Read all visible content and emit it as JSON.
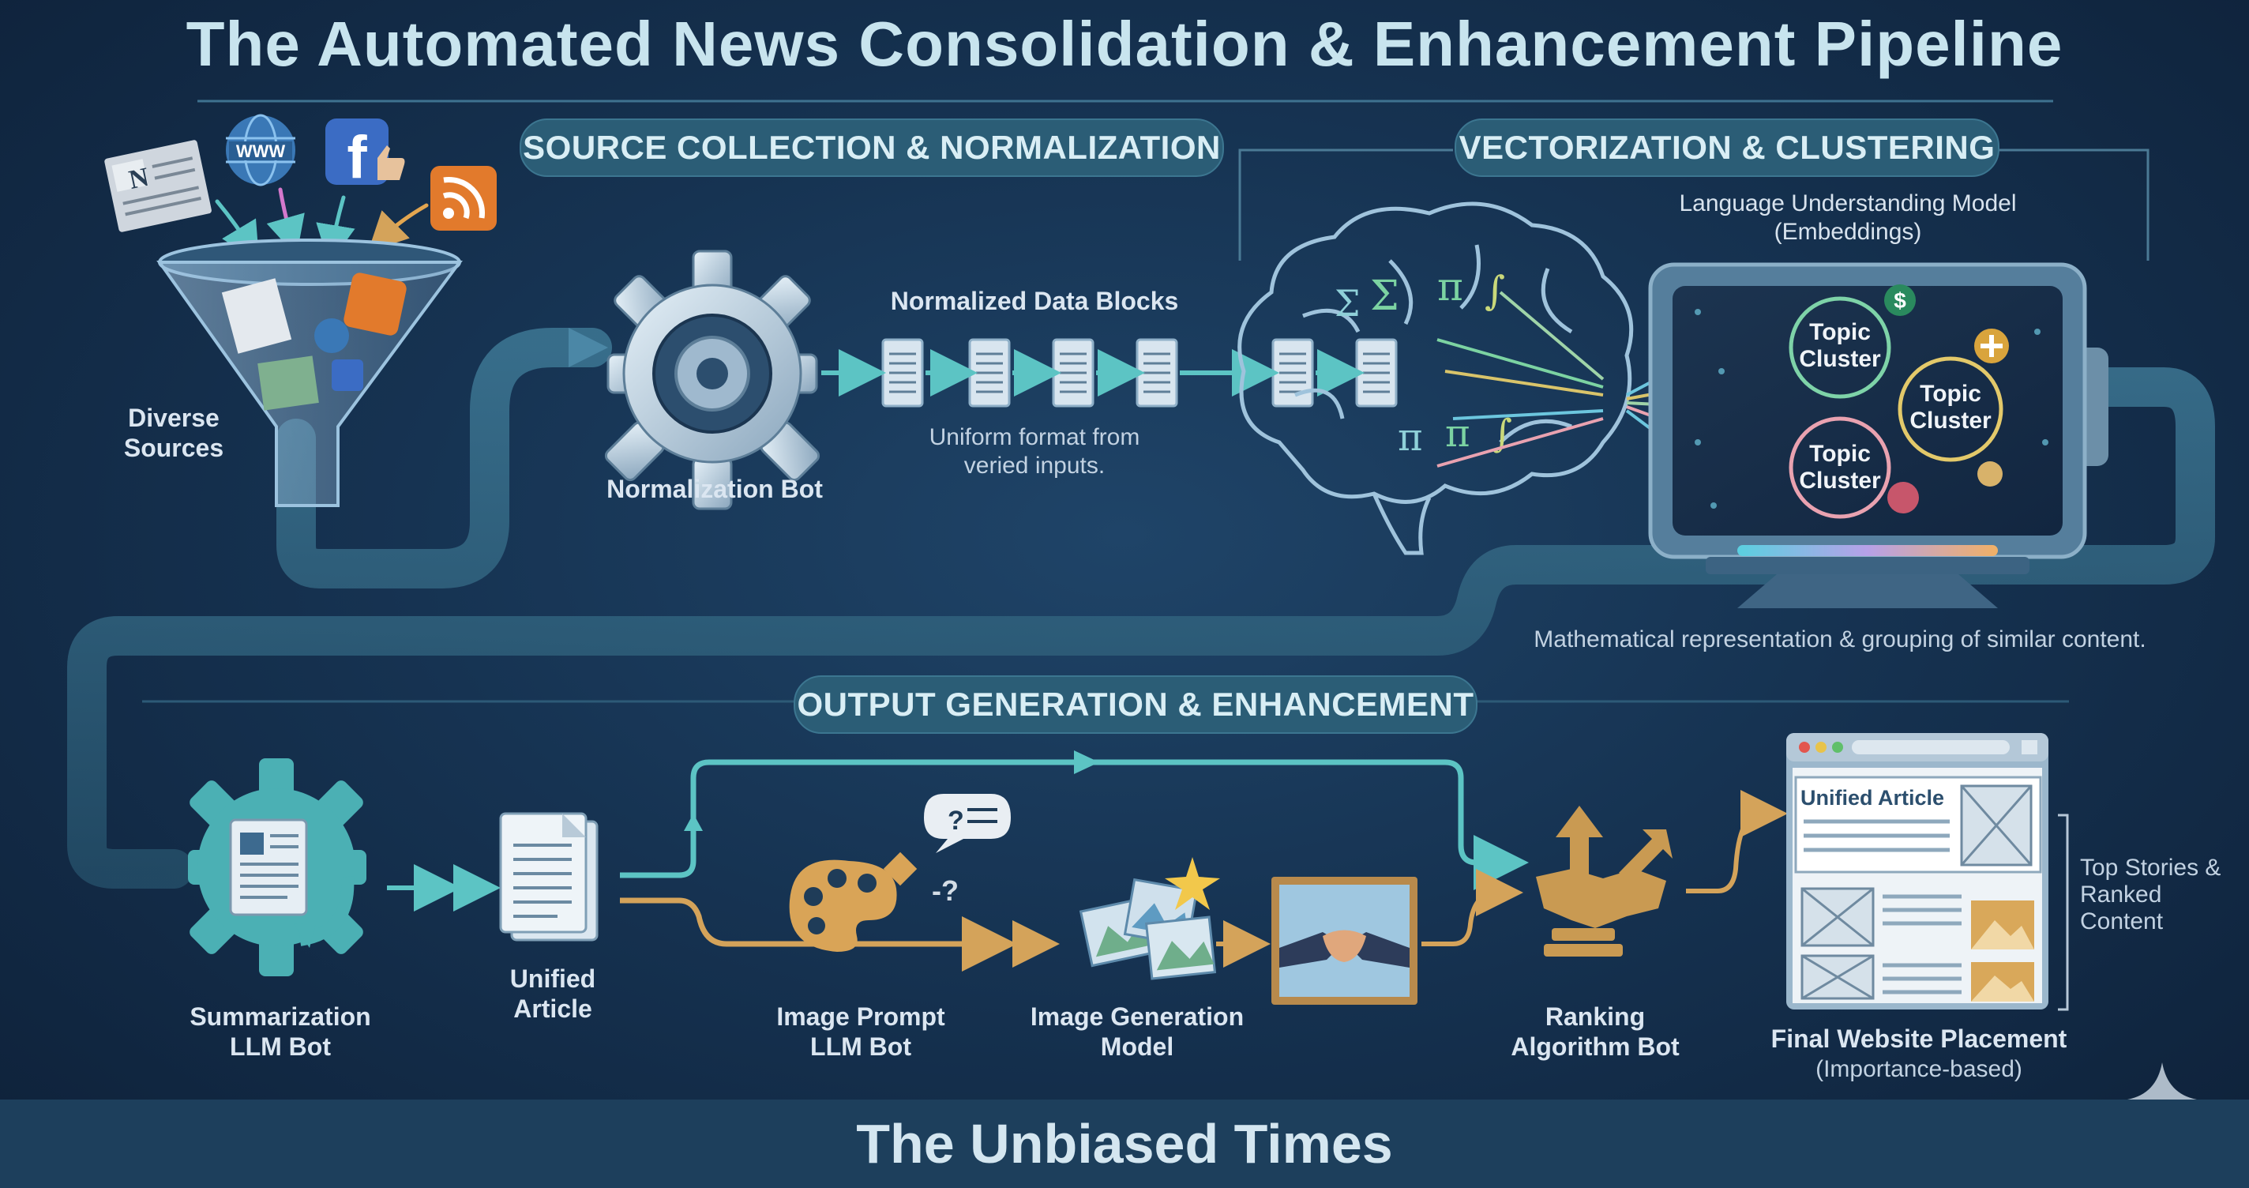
{
  "title": "The Automated News Consolidation & Enhancement Pipeline",
  "sections": {
    "source": "SOURCE COLLECTION & NORMALIZATION",
    "vector": "VECTORIZATION & CLUSTERING",
    "output": "OUTPUT GENERATION & ENHANCEMENT"
  },
  "nodes": {
    "sources": "Diverse Sources",
    "normalization_bot": "Normalization Bot",
    "data_blocks": "Normalized Data Blocks",
    "data_blocks_note": "Uniform format from veried inputs.",
    "language_model": "Language Understanding Model (Embeddings)",
    "vector_note": "Mathematical representation & grouping of similar content.",
    "summarization": "Summarization LLM Bot",
    "unified_article": "Unified Article",
    "image_prompt": "Image Prompt LLM Bot",
    "image_generation": "Image Generation Model",
    "ranking": "Ranking Algorithm Bot",
    "final_placement": "Final Website Placement",
    "final_placement_sub": "(Importance-based)",
    "website_article": "Unified Article",
    "top_stories": "Top Stories & Ranked Content"
  },
  "clusters": [
    "Topic Cluster",
    "Topic Cluster",
    "Topic Cluster"
  ],
  "icon_glyphs": {
    "www": "WWW",
    "facebook": "f",
    "newspaper": "N",
    "question": "?",
    "minus_question": "-?",
    "sigma": "Σ",
    "pi": "π",
    "integral": "∫"
  },
  "colors": {
    "teal": "#5cc4c4",
    "gold": "#d4a35a",
    "cluster_green": "#7ed3a8",
    "cluster_yellow": "#e3c96a",
    "cluster_pink": "#e9a2b0"
  },
  "footer": "The Unbiased Times"
}
